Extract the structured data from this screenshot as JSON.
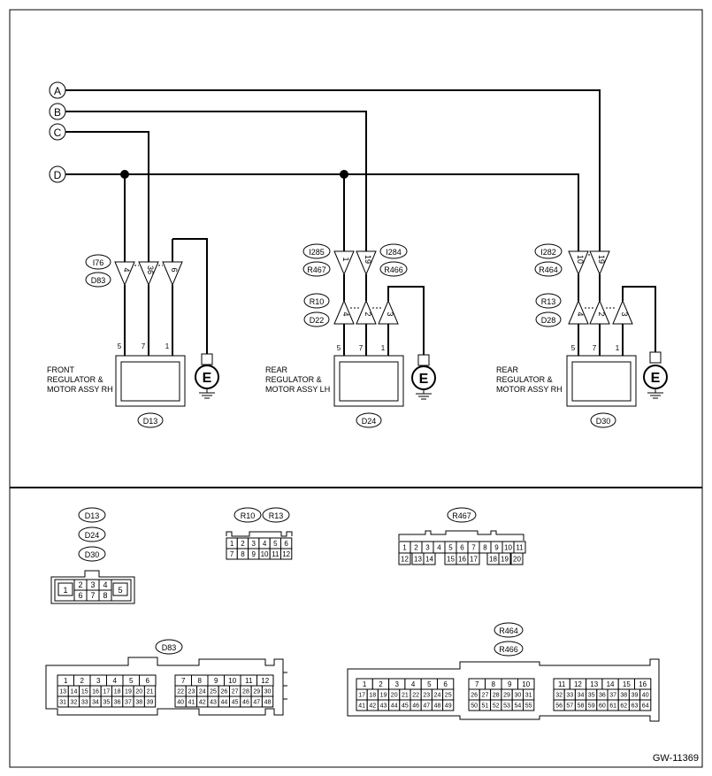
{
  "lines": [
    "A",
    "B",
    "C",
    "D"
  ],
  "circuits": [
    {
      "label": [
        "FRONT",
        "REGULATOR &",
        "MOTOR ASSY RH"
      ],
      "module": "D13",
      "upper_codes": [
        "I76",
        "D83"
      ],
      "upper_pins": [
        "4",
        "36",
        "6"
      ],
      "wire_pins": [
        "5",
        "7",
        "1"
      ],
      "ground": "E"
    },
    {
      "label": [
        "REAR",
        "REGULATOR &",
        "MOTOR ASSY LH"
      ],
      "module": "D24",
      "upper_codes": [
        "I285",
        "R467"
      ],
      "upper_codes_right": [
        "I284",
        "R466"
      ],
      "upper_pins": [
        "1",
        "19"
      ],
      "lower_codes": [
        "R10",
        "D22"
      ],
      "lower_pins": [
        "4",
        "2",
        "3"
      ],
      "wire_pins": [
        "5",
        "7",
        "1"
      ],
      "ground": "E"
    },
    {
      "label": [
        "REAR",
        "REGULATOR &",
        "MOTOR ASSY RH"
      ],
      "module": "D30",
      "upper_codes": [
        "I282",
        "R464"
      ],
      "upper_pins": [
        "10",
        "19"
      ],
      "lower_codes": [
        "R13",
        "D28"
      ],
      "lower_pins": [
        "4",
        "2",
        "3"
      ],
      "wire_pins": [
        "5",
        "7",
        "1"
      ],
      "ground": "E"
    }
  ],
  "connectors": {
    "small": {
      "codes": [
        "D13",
        "D24",
        "D30"
      ],
      "row1": [
        "2",
        "3",
        "4"
      ],
      "row2": [
        "6",
        "7",
        "8"
      ],
      "left": "1",
      "right": "5"
    },
    "r10r13": {
      "codes": [
        "R10",
        "R13"
      ],
      "row1": [
        "1",
        "2",
        "3",
        "4",
        "5",
        "6"
      ],
      "row2": [
        "7",
        "8",
        "9",
        "10",
        "11",
        "12"
      ]
    },
    "r467": {
      "code": "R467",
      "row1": [
        "1",
        "2",
        "3",
        "4",
        "5",
        "6",
        "7",
        "8",
        "9",
        "10",
        "11"
      ],
      "row2": [
        "12",
        "13",
        "14",
        "15",
        "16",
        "17",
        "18",
        "19",
        "20"
      ]
    },
    "d83": {
      "code": "D83",
      "left_row1": [
        "1",
        "2",
        "3",
        "4",
        "5",
        "6"
      ],
      "left_row2": [
        "13",
        "14",
        "15",
        "16",
        "17",
        "18",
        "19",
        "20",
        "21"
      ],
      "left_row3": [
        "31",
        "32",
        "33",
        "34",
        "35",
        "36",
        "37",
        "38",
        "39"
      ],
      "right_row1": [
        "7",
        "8",
        "9",
        "10",
        "11",
        "12"
      ],
      "right_row2": [
        "22",
        "23",
        "24",
        "25",
        "26",
        "27",
        "28",
        "29",
        "30"
      ],
      "right_row3": [
        "40",
        "41",
        "42",
        "43",
        "44",
        "45",
        "46",
        "47",
        "48"
      ]
    },
    "r464": {
      "codes": [
        "R464",
        "R466"
      ],
      "s1_row1": [
        "1",
        "2",
        "3",
        "4",
        "5",
        "6"
      ],
      "s1_row2": [
        "17",
        "18",
        "19",
        "20",
        "21",
        "22",
        "23",
        "24",
        "25"
      ],
      "s1_row3": [
        "41",
        "42",
        "43",
        "44",
        "45",
        "46",
        "47",
        "48",
        "49"
      ],
      "s2_row1": [
        "7",
        "8",
        "9",
        "10"
      ],
      "s2_row2": [
        "26",
        "27",
        "28",
        "29",
        "30",
        "31"
      ],
      "s2_row3": [
        "50",
        "51",
        "52",
        "53",
        "54",
        "55"
      ],
      "s3_row1": [
        "11",
        "12",
        "13",
        "14",
        "15",
        "16"
      ],
      "s3_row2": [
        "32",
        "33",
        "34",
        "35",
        "36",
        "37",
        "38",
        "39",
        "40"
      ],
      "s3_row3": [
        "56",
        "57",
        "58",
        "59",
        "60",
        "61",
        "62",
        "63",
        "64"
      ]
    }
  },
  "figure_id": "GW-11369"
}
